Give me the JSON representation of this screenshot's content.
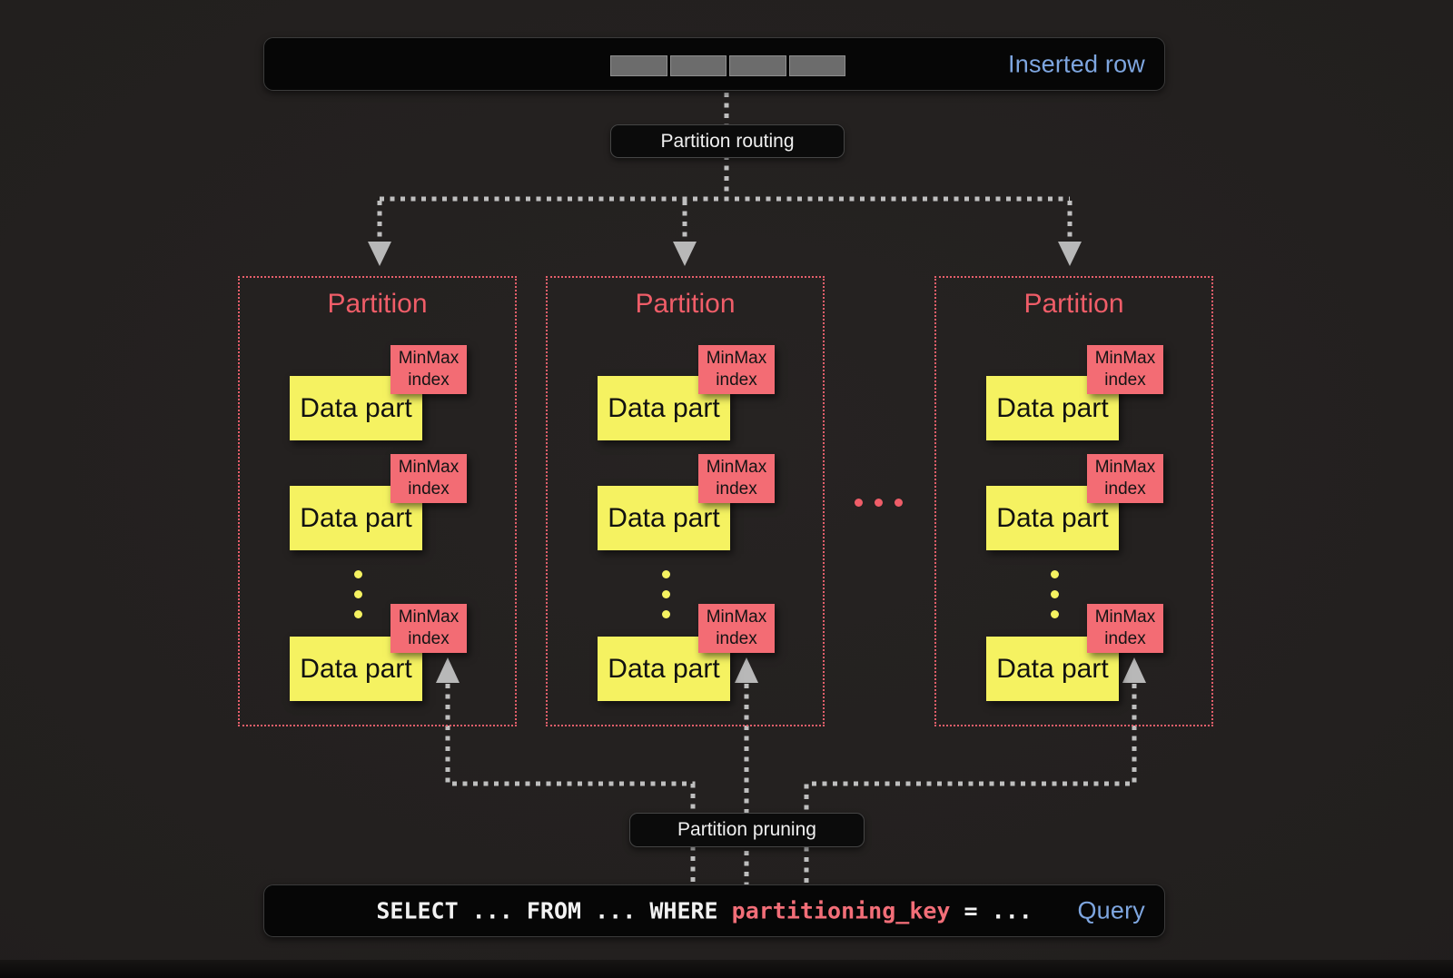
{
  "inserted_row": {
    "label": "Inserted row",
    "segment_count": 4
  },
  "labels": {
    "routing": "Partition routing",
    "pruning": "Partition pruning"
  },
  "partitions": [
    {
      "title": "Partition",
      "parts": [
        {
          "name": "Data part",
          "index": "MinMax index"
        },
        {
          "name": "Data part",
          "index": "MinMax index"
        },
        {
          "name": "Data part",
          "index": "MinMax index"
        }
      ]
    },
    {
      "title": "Partition",
      "parts": [
        {
          "name": "Data part",
          "index": "MinMax index"
        },
        {
          "name": "Data part",
          "index": "MinMax index"
        },
        {
          "name": "Data part",
          "index": "MinMax index"
        }
      ]
    },
    {
      "title": "Partition",
      "parts": [
        {
          "name": "Data part",
          "index": "MinMax index"
        },
        {
          "name": "Data part",
          "index": "MinMax index"
        },
        {
          "name": "Data part",
          "index": "MinMax index"
        }
      ]
    }
  ],
  "query": {
    "code_before": "SELECT ... FROM ... WHERE ",
    "code_key": "partitioning_key",
    "code_after": " = ...",
    "label": "Query"
  },
  "colors": {
    "background": "#221f1e",
    "bar_fill": "#060606",
    "coral": "#ef5d68",
    "minmax_fill": "#f36c74",
    "yellow": "#f5f261",
    "blue_label": "#7ea6e0",
    "arrow_gray": "#bfbfbf",
    "code_white": "#f2f2f2"
  }
}
